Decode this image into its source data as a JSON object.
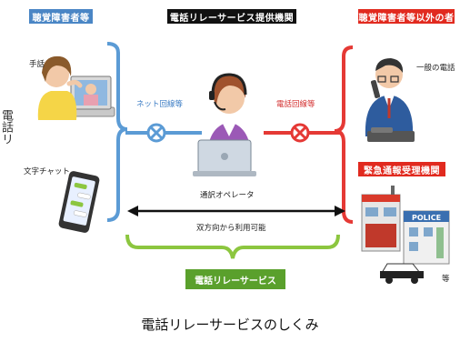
{
  "headers": {
    "hearing_impaired": "聴覚障害者等",
    "relay_provider": "電話リレーサービス提供機関",
    "others": "聴覚障害者等以外の者",
    "emergency": "緊急通報受理機関"
  },
  "labels": {
    "sign_language": "手話",
    "text_chat": "文字チャット",
    "net_line": "ネット回線等",
    "phone_line": "電話回線等",
    "general_phone": "一般の電話",
    "interpreter": "通訳オペレータ",
    "bidirectional": "双方向から利用可能",
    "relay_service": "電話リレーサービス",
    "etc": "等",
    "police": "POLICE"
  },
  "side_text": "電話リ",
  "caption": "電話リレーサービスのしくみ",
  "colors": {
    "blue_header": "#4a86c5",
    "black_header": "#111111",
    "red_header": "#e12a1f",
    "blue_line": "#5b9bd5",
    "red_line": "#e53935",
    "green_brace": "#8cc63f",
    "green_box": "#5aa02c"
  }
}
